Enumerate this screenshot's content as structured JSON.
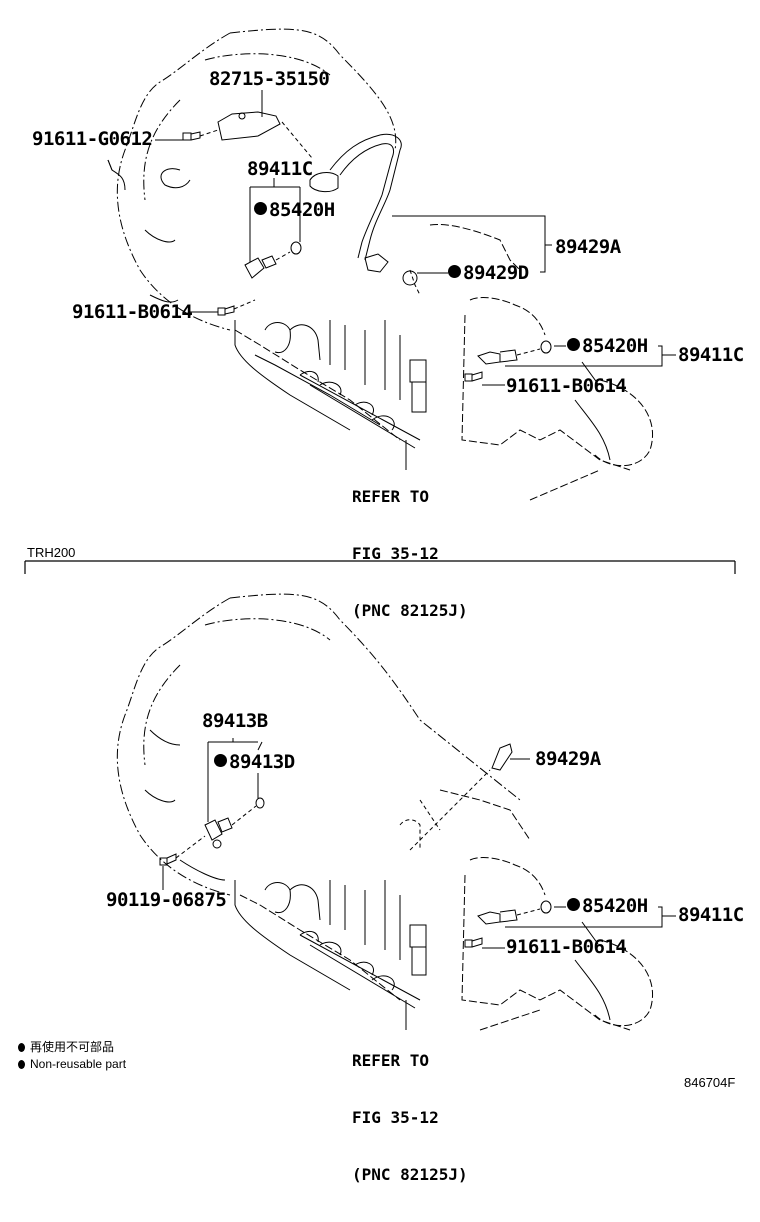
{
  "upper_diagram": {
    "labels": {
      "bracket_part": "82715-35150",
      "bolt_top": "91611-G0612",
      "sensor_assy_left": "89411C",
      "oring_left": "85420H",
      "bolt_left": "91611-B0614",
      "switch_assy": "89429A",
      "switch_gasket": "89429D",
      "oring_right": "85420H",
      "sensor_assy_right": "89411C",
      "bolt_right": "91611-B0614"
    },
    "refer_note": {
      "line1": "REFER TO",
      "line2": "FIG 35-12",
      "line3": "(PNC 82125J)"
    }
  },
  "section_divider": {
    "variant_label": "TRH200"
  },
  "lower_diagram": {
    "labels": {
      "sensor_assy_left": "89413B",
      "oring_left": "89413D",
      "bolt_left": "90119-06875",
      "switch_assy": "89429A",
      "oring_right": "85420H",
      "sensor_assy_right": "89411C",
      "bolt_right": "91611-B0614"
    },
    "refer_note": {
      "line1": "REFER TO",
      "line2": "FIG 35-12",
      "line3": "(PNC 82125J)"
    }
  },
  "legend": {
    "japanese": "再使用不可部品",
    "english": "Non-reusable part"
  },
  "figure_id": "846704F",
  "colors": {
    "line": "#000000",
    "background": "#ffffff"
  }
}
